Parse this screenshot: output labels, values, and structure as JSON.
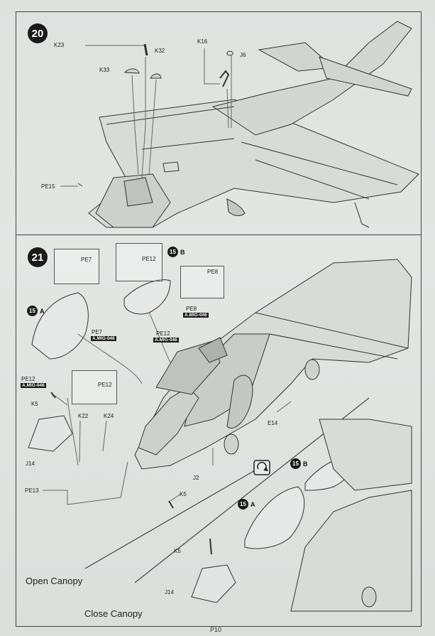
{
  "steps": {
    "step20": {
      "number": "20",
      "labels": {
        "k23": "K23",
        "k32": "K32",
        "k33": "K33",
        "k16": "K16",
        "j6": "J6",
        "pe15": "PE15"
      }
    },
    "step21": {
      "number": "21",
      "labels": {
        "pe7_top": "PE7",
        "pe12_top": "PE12",
        "pe8_inset": "PE8",
        "pe8": "PE8",
        "pe7": "PE7",
        "pe12_mid": "PE12",
        "pe12_left": "PE12",
        "pe12_inset": "PE12",
        "k5_top": "K5",
        "k22": "K22",
        "k24": "K24",
        "j14_top": "J14",
        "pe13": "PE13",
        "j2": "J2",
        "k5_mid": "K5",
        "e14": "E14",
        "k5_bottom": "K5",
        "j14_bottom": "J14"
      },
      "tags": {
        "mig_pe8": "A.MIG-046",
        "mig_pe7": "A.MIG-046",
        "mig_pe12": "A.MIG-046",
        "mig_pe12_left": "A.MIG-046"
      },
      "refs": {
        "ref_a": "15",
        "ref_a_letter": "A",
        "ref_b": "15",
        "ref_b_letter": "B",
        "ref_b2": "15",
        "ref_b2_letter": "B",
        "ref_a2": "15",
        "ref_a2_letter": "A"
      },
      "captions": {
        "open": "Open Canopy",
        "close": "Close Canopy"
      }
    }
  },
  "page_number": "P10"
}
